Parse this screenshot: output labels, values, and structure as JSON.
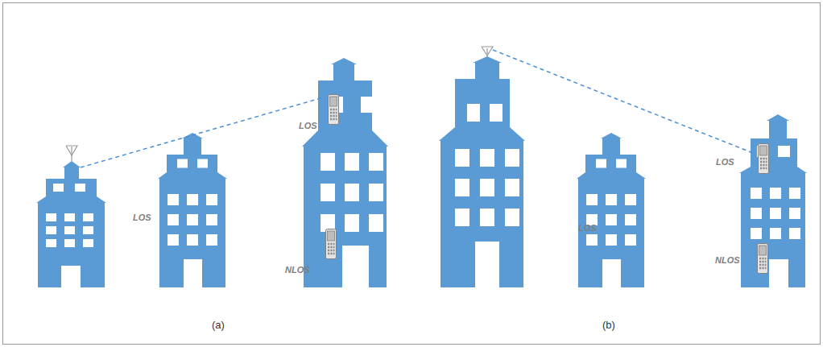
{
  "diagram": {
    "labels": [
      "LOS",
      "LOS",
      "NLOS",
      "(a)",
      "LOS",
      "LOS",
      "NLOS",
      "(b)"
    ]
  }
}
